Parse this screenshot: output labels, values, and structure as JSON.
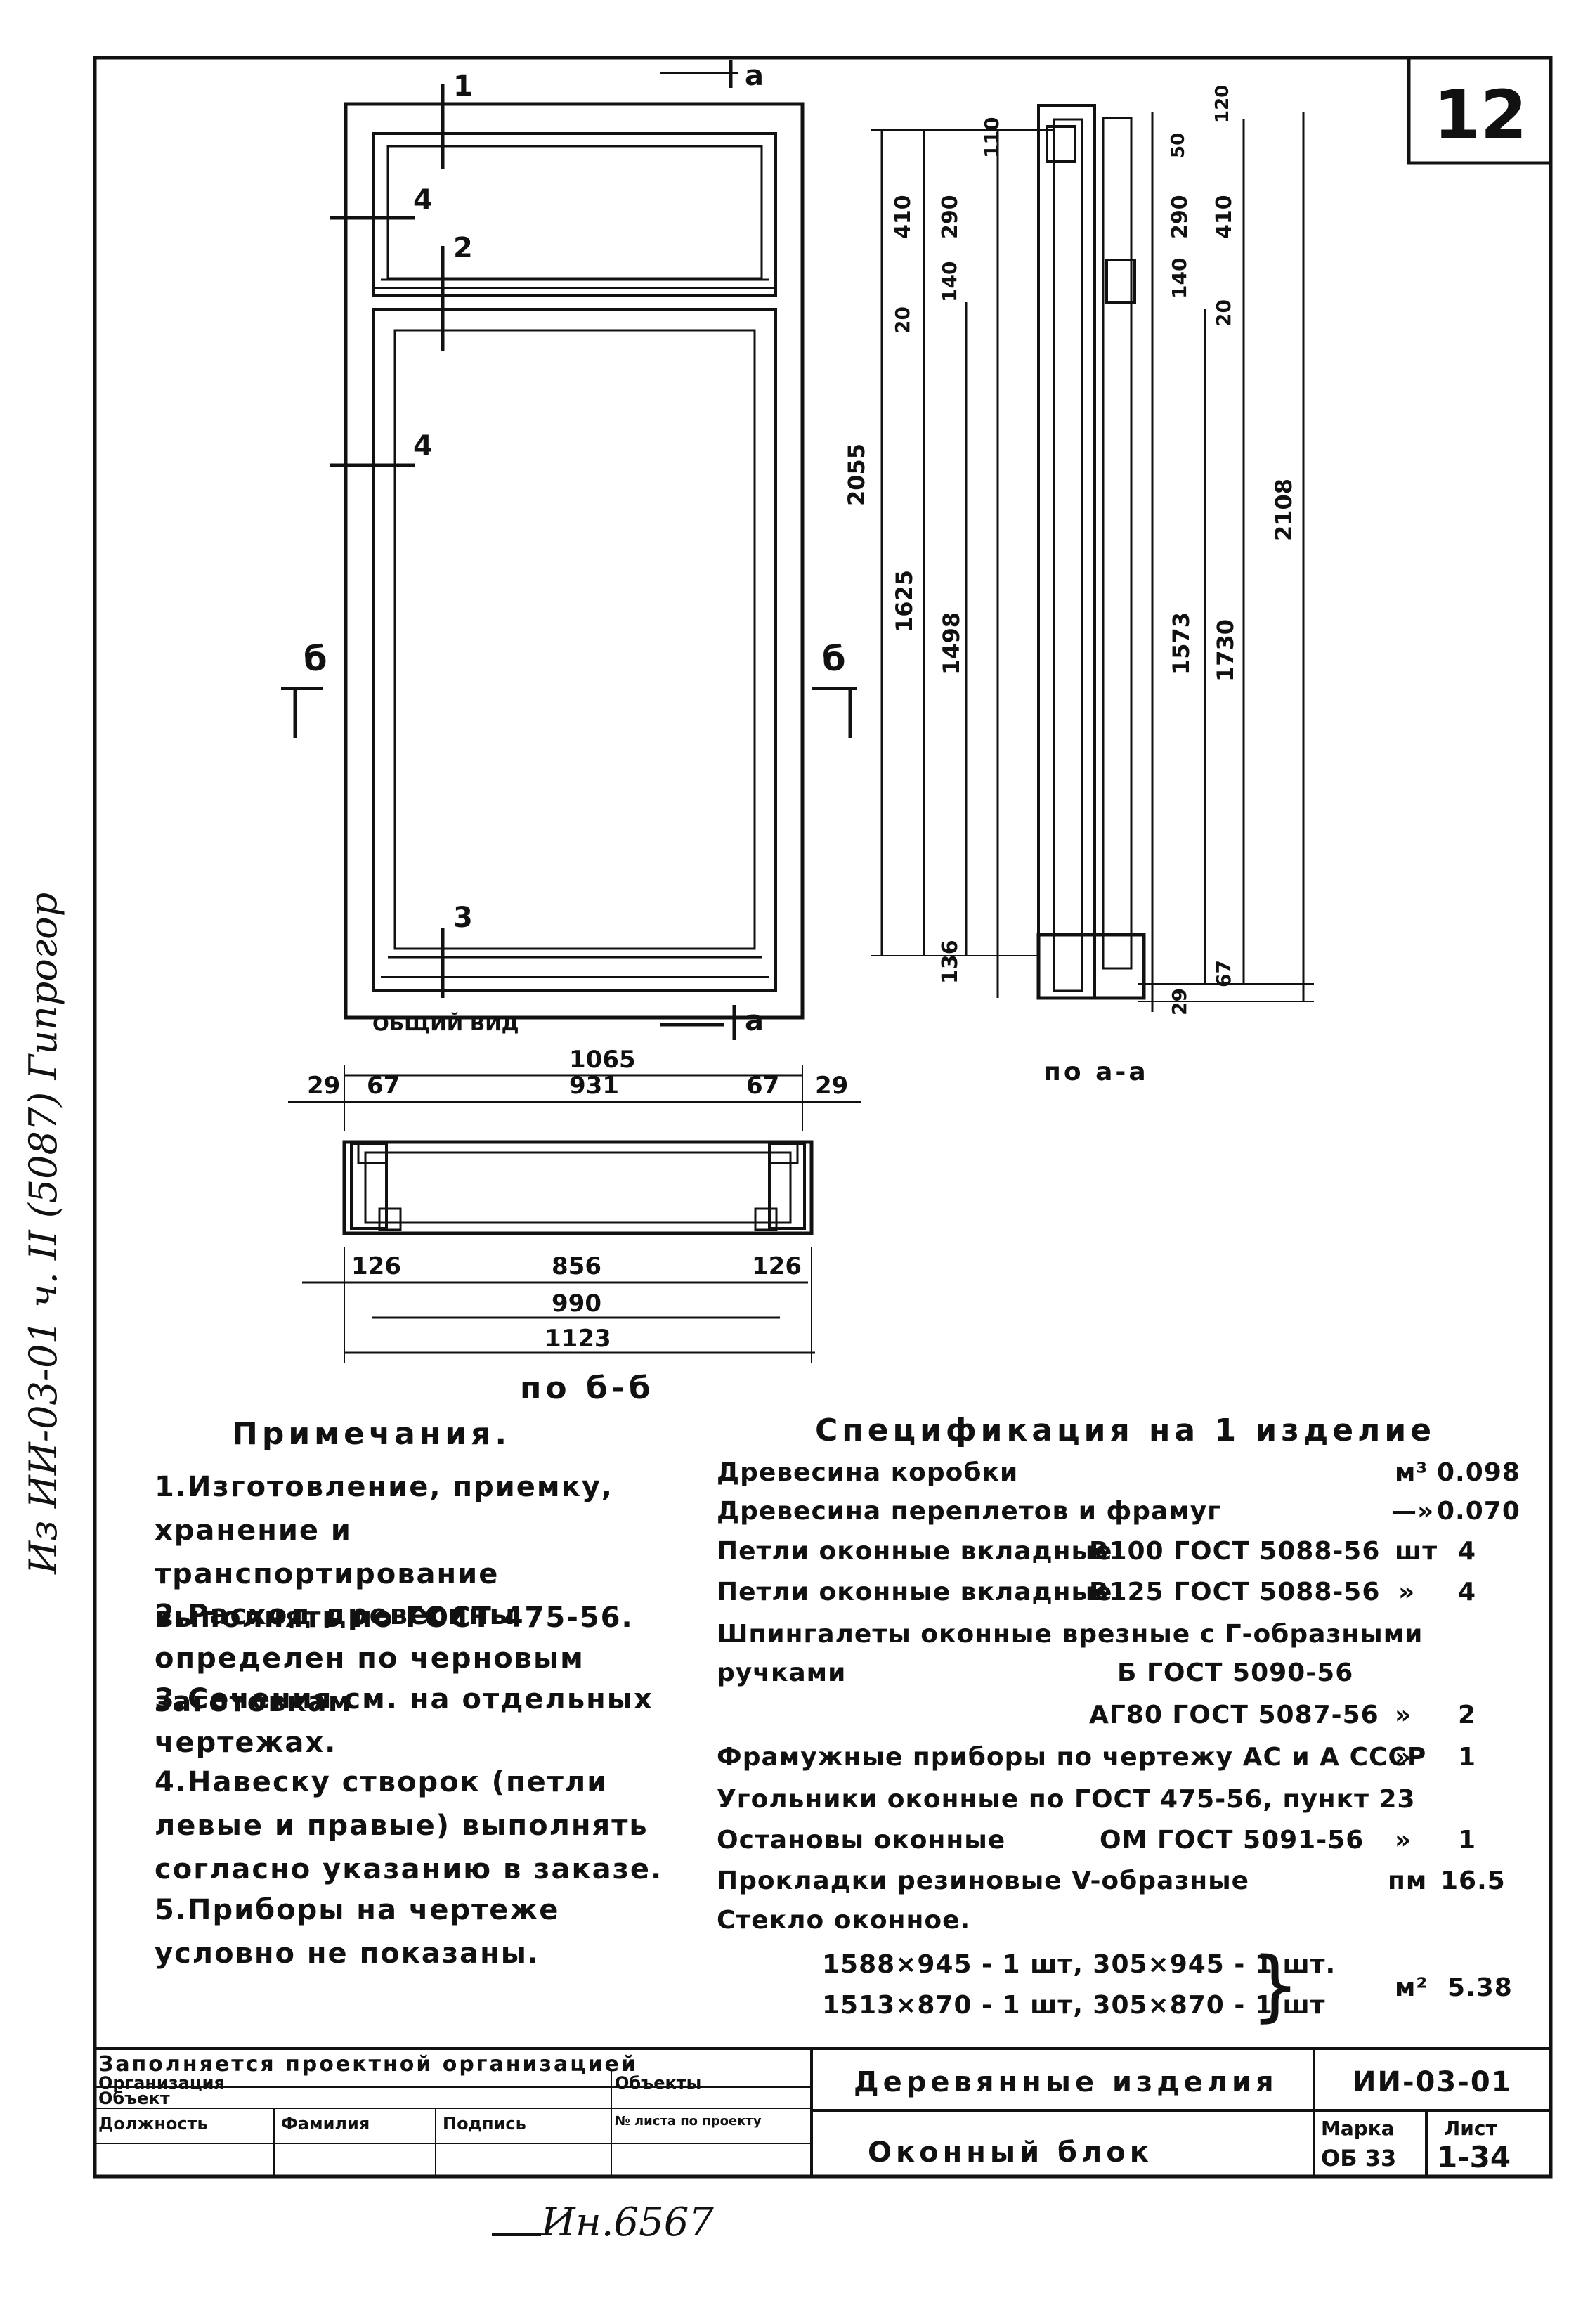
{
  "margin_note": "Из ИИ-03-01 ч. II (5087) Гипрогор",
  "sheet_number": "12",
  "views": {
    "general_label": "ОБЩИЙ ВИД",
    "section_aa_label": "по а-а",
    "section_bb_label": "по б-б",
    "cut_a": "а",
    "cut_b": "б",
    "callouts": [
      "1",
      "2",
      "3",
      "4",
      "4"
    ]
  },
  "dims": {
    "top": [
      "1065",
      "29",
      "67",
      "931",
      "67",
      "29"
    ],
    "bottom": [
      "126",
      "856",
      "126",
      "990",
      "1123"
    ],
    "left_section": [
      "2055",
      "1625",
      "1498",
      "410",
      "290",
      "110",
      "140",
      "20",
      "136"
    ],
    "right_section": [
      "2108",
      "1730",
      "1573",
      "410",
      "290",
      "140",
      "20",
      "120",
      "50",
      "29",
      "67"
    ]
  },
  "notes": {
    "title": "Примечания.",
    "items": [
      "1.Изготовление, приемку, хранение и транспортирование выполнять по ГОСТ 475-56.",
      "2.Расход древесины определен по черновым заготовкам",
      "3.Сечения см. на отдельных чертежах.",
      "4.Навеску створок (петли левые и правые) выполнять согласно указанию в заказе.",
      "5.Приборы на чертеже условно не показаны."
    ]
  },
  "spec": {
    "title": "Спецификация на 1 изделие",
    "rows": [
      {
        "name": "Древесина коробки",
        "std": "",
        "unit": "м³",
        "qty": "0.098"
      },
      {
        "name": "Древесина переплетов и фрамуг",
        "std": "",
        "unit": "—»",
        "qty": "0.070"
      },
      {
        "name": "Петли оконные вкладные",
        "std": "В100 ГОСТ 5088-56",
        "unit": "шт",
        "qty": "4"
      },
      {
        "name": "Петли оконные вкладные",
        "std": "В125 ГОСТ 5088-56",
        "unit": "»",
        "qty": "4"
      },
      {
        "name": "Шпингалеты оконные врезные с Г-образными",
        "std": "",
        "unit": "",
        "qty": ""
      },
      {
        "name": "ручками",
        "std": "Б ГОСТ 5090-56",
        "unit": "",
        "qty": ""
      },
      {
        "name": "",
        "std": "АГ80 ГОСТ 5087-56",
        "unit": "»",
        "qty": "2"
      },
      {
        "name": "Фрамужные приборы по чертежу АС и А СССР",
        "std": "",
        "unit": "»",
        "qty": "1"
      },
      {
        "name": "Угольники оконные по ГОСТ 475-56, пункт 23",
        "std": "",
        "unit": "",
        "qty": ""
      },
      {
        "name": "Остановы оконные",
        "std": "ОМ ГОСТ 5091-56",
        "unit": "»",
        "qty": "1"
      },
      {
        "name": "Прокладки резиновые V-образные",
        "std": "",
        "unit": "пм",
        "qty": "16.5"
      },
      {
        "name": "Стекло оконное.",
        "std": "",
        "unit": "",
        "qty": ""
      }
    ],
    "glass_line1": "1588×945 - 1 шт,  305×945 - 1 шт.",
    "glass_line2": "1513×870 - 1 шт,  305×870 - 1 шт",
    "glass_unit": "м²",
    "glass_qty": "5.38"
  },
  "title_block": {
    "org_filled": "Заполняется проектной организацией",
    "organization": "Организация",
    "object": "Объект",
    "objects_col": "Объекты",
    "position": "Должность",
    "surname": "Фамилия",
    "signature": "Подпись",
    "sheet_ref": "№ листа по проекту",
    "category": "Деревянные изделия",
    "name": "Оконный блок",
    "code": "ИИ-03-01",
    "mark_label": "Марка",
    "sheet_label": "Лист",
    "mark": "ОБ 33",
    "sheet": "1-34"
  },
  "inventory_note": "Ин.6567"
}
